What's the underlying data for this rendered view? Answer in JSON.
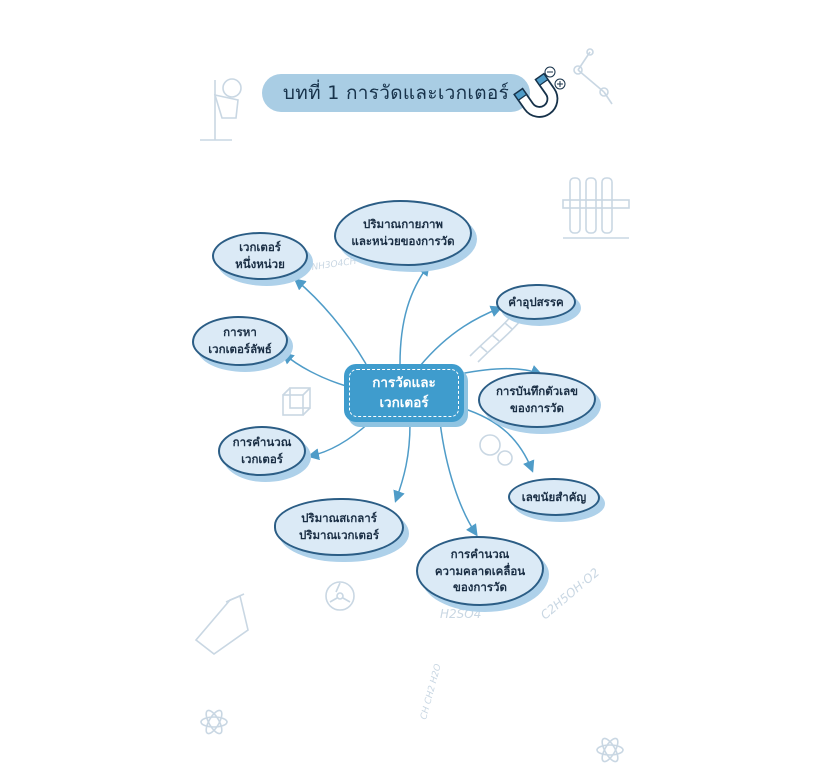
{
  "title": "บทที่ 1 การวัดและเวกเตอร์",
  "center_label": "การวัดและ\nเวกเตอร์",
  "nodes": [
    {
      "label": "ปริมาณกายภาพ\nและหน่วยของการวัด"
    },
    {
      "label": "คำอุปสรรค"
    },
    {
      "label": "การบันทึกตัวเลข\nของการวัด"
    },
    {
      "label": "เลขนัยสำคัญ"
    },
    {
      "label": "การคำนวณ\nความคลาดเคลื่อน\nของการวัด"
    },
    {
      "label": "ปริมาณสเกลาร์\nปริมาณเวกเตอร์"
    },
    {
      "label": "การคำนวณ\nเวกเตอร์"
    },
    {
      "label": "การหา\nเวกเตอร์ลัพธ์"
    },
    {
      "label": "เวกเตอร์\nหนึ่งหน่วย"
    }
  ],
  "decorations": {
    "formula_1": "NH3O4CH",
    "formula_2": "H2SO4",
    "formula_3": "C2H5OH·O2",
    "formula_4": "CH CH2 H2O"
  },
  "colors": {
    "banner_bg": "#a9cde4",
    "node_fill": "#dbeaf6",
    "node_border": "#2b5d85",
    "center_fill": "#3f9ccd",
    "arrow": "#4f9cc8",
    "doodle": "#c9d7e3"
  }
}
